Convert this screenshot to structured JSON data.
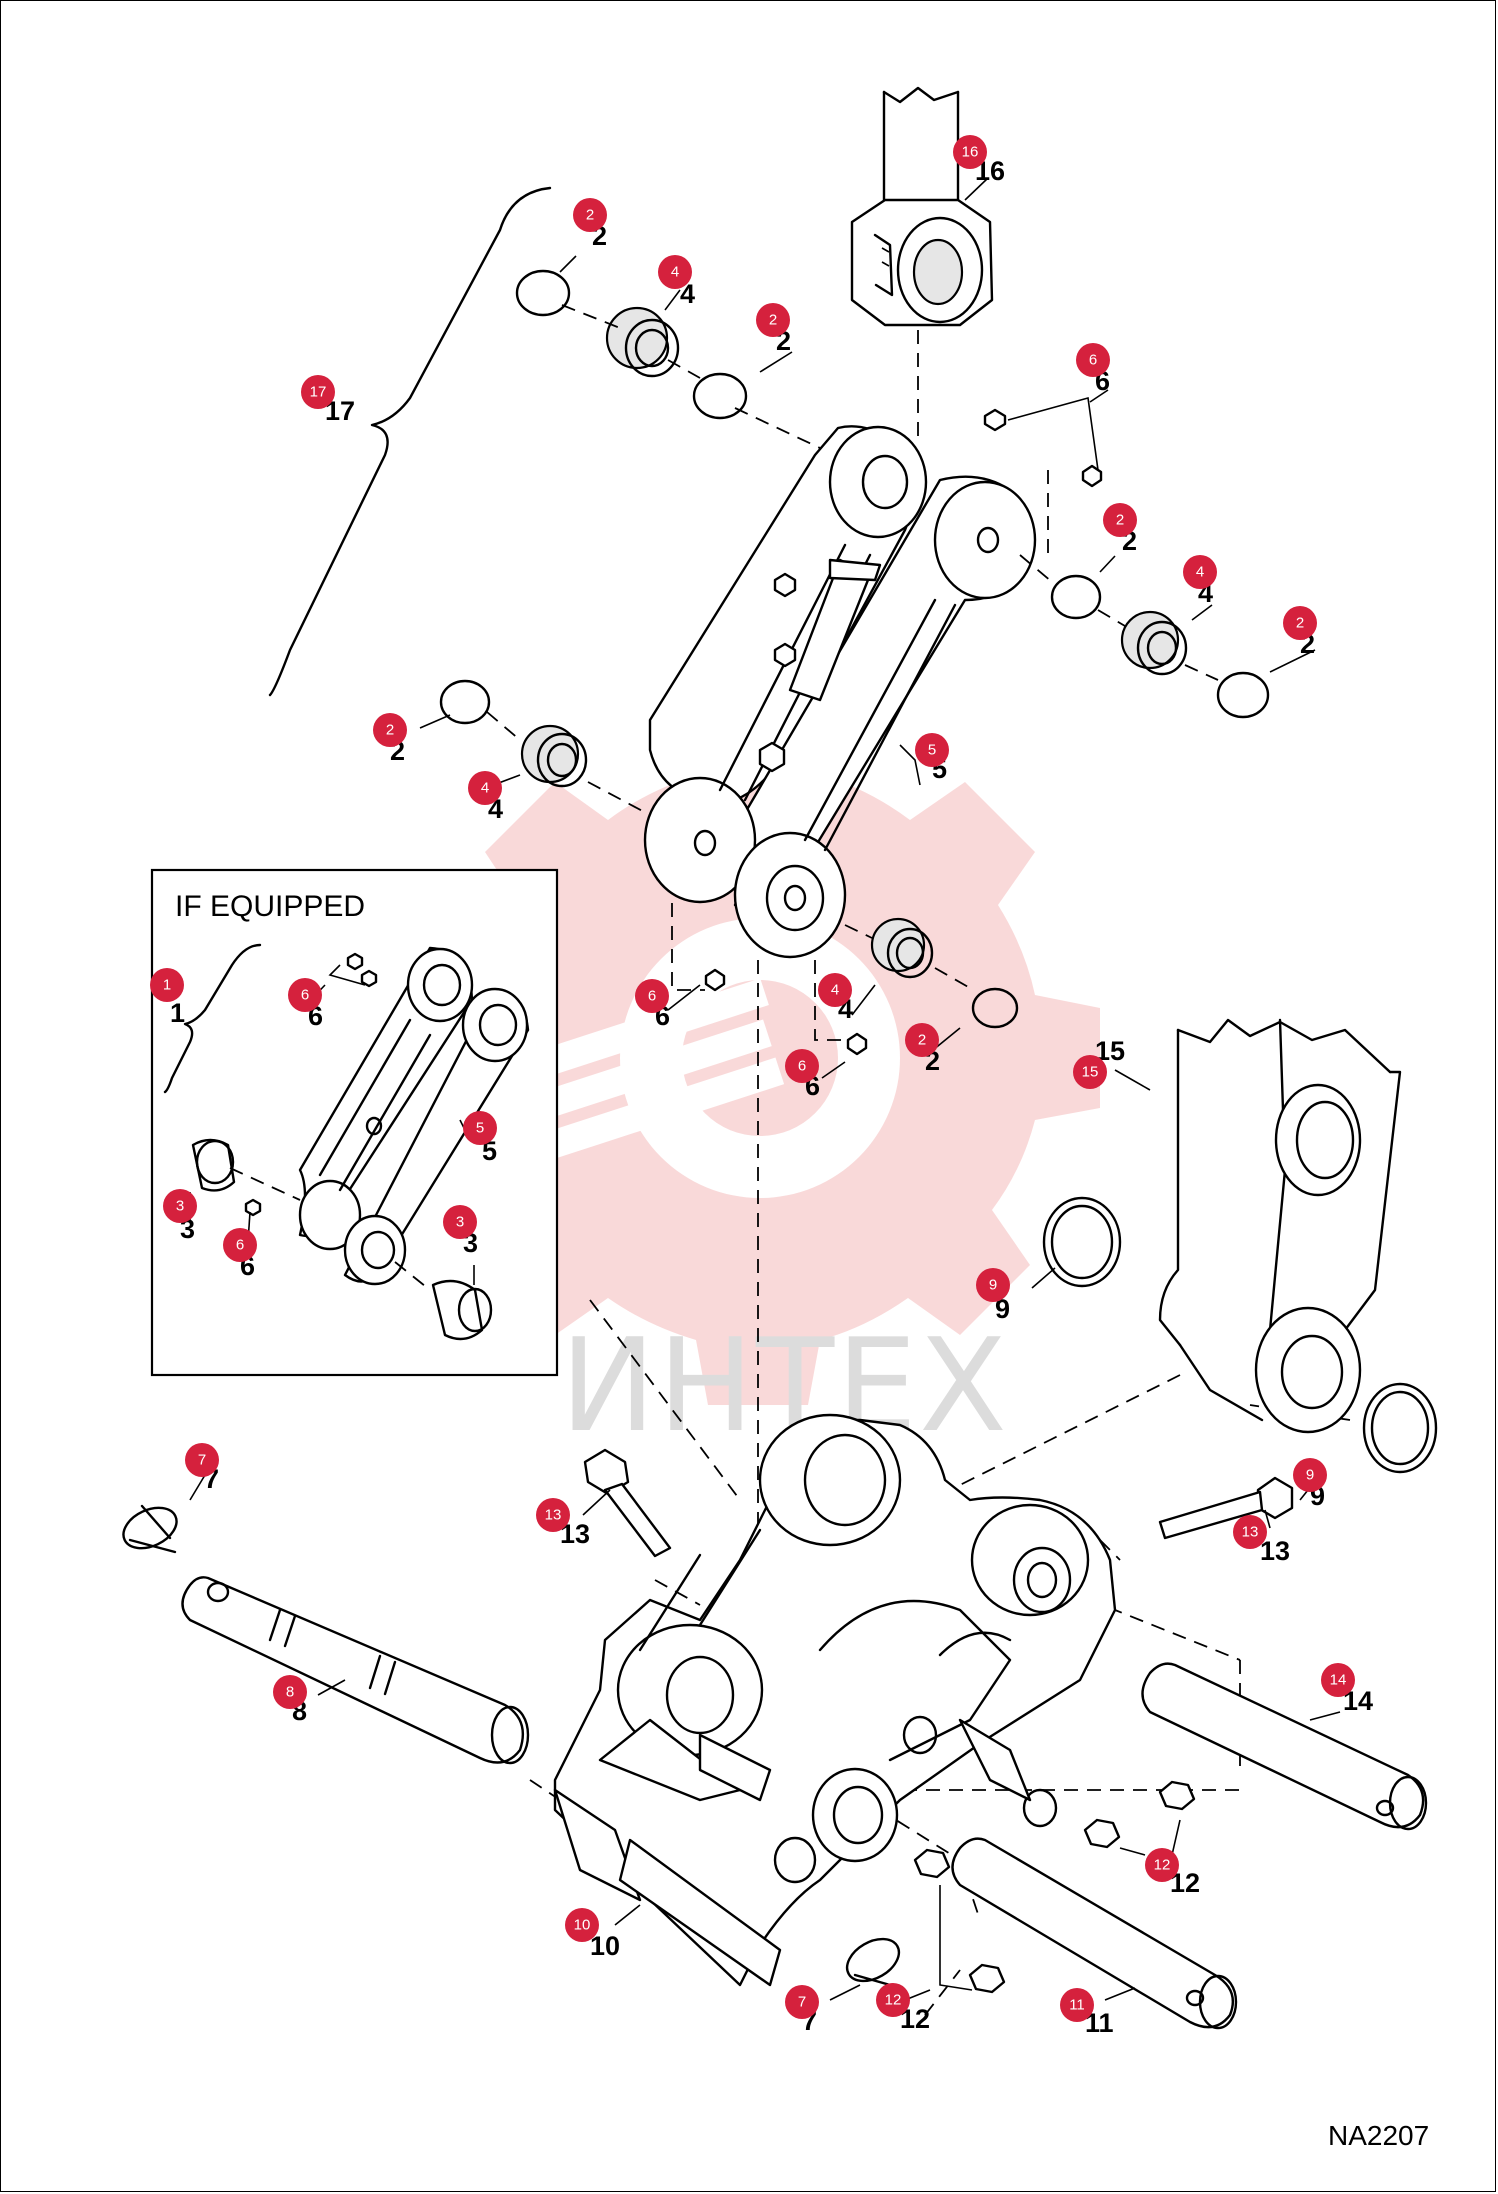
{
  "inset_title": "IF EQUIPPED",
  "drawing_code": "NA2207",
  "watermark": "ИНТЕХ",
  "colors": {
    "marker": "#d5213d",
    "line": "#000000",
    "watermark": "#f7cccc"
  },
  "callouts": [
    {
      "id": "c16",
      "n": "16",
      "label": "16"
    },
    {
      "id": "c2a",
      "n": "2",
      "label": "2"
    },
    {
      "id": "c4a",
      "n": "4",
      "label": "4"
    },
    {
      "id": "c2b",
      "n": "2",
      "label": "2"
    },
    {
      "id": "c17",
      "n": "17",
      "label": "17"
    },
    {
      "id": "c6a",
      "n": "6",
      "label": "6"
    },
    {
      "id": "c2c",
      "n": "2",
      "label": "2"
    },
    {
      "id": "c4b",
      "n": "4",
      "label": "4"
    },
    {
      "id": "c2d",
      "n": "2",
      "label": "2"
    },
    {
      "id": "c2e",
      "n": "2",
      "label": "2"
    },
    {
      "id": "c4c",
      "n": "4",
      "label": "4"
    },
    {
      "id": "c5a",
      "n": "5",
      "label": "5"
    },
    {
      "id": "c6b",
      "n": "6",
      "label": "6"
    },
    {
      "id": "c4d",
      "n": "4",
      "label": "4"
    },
    {
      "id": "c2f",
      "n": "2",
      "label": "2"
    },
    {
      "id": "c6c",
      "n": "6",
      "label": "6"
    },
    {
      "id": "c15",
      "n": "15",
      "label": "15"
    },
    {
      "id": "c1",
      "n": "1",
      "label": "1"
    },
    {
      "id": "c6d",
      "n": "6",
      "label": "6"
    },
    {
      "id": "c5b",
      "n": "5",
      "label": "5"
    },
    {
      "id": "c3a",
      "n": "3",
      "label": "3"
    },
    {
      "id": "c6e",
      "n": "6",
      "label": "6"
    },
    {
      "id": "c3b",
      "n": "3",
      "label": "3"
    },
    {
      "id": "c9a",
      "n": "9",
      "label": "9"
    },
    {
      "id": "c7a",
      "n": "7",
      "label": "7"
    },
    {
      "id": "c13a",
      "n": "13",
      "label": "13"
    },
    {
      "id": "c9b",
      "n": "9",
      "label": "9"
    },
    {
      "id": "c13b",
      "n": "13",
      "label": "13"
    },
    {
      "id": "c8",
      "n": "8",
      "label": "8"
    },
    {
      "id": "c14",
      "n": "14",
      "label": "14"
    },
    {
      "id": "c12a",
      "n": "12",
      "label": "12"
    },
    {
      "id": "c10",
      "n": "10",
      "label": "10"
    },
    {
      "id": "c7b",
      "n": "7",
      "label": "7"
    },
    {
      "id": "c12b",
      "n": "12",
      "label": "12"
    },
    {
      "id": "c11",
      "n": "11",
      "label": "11"
    }
  ]
}
